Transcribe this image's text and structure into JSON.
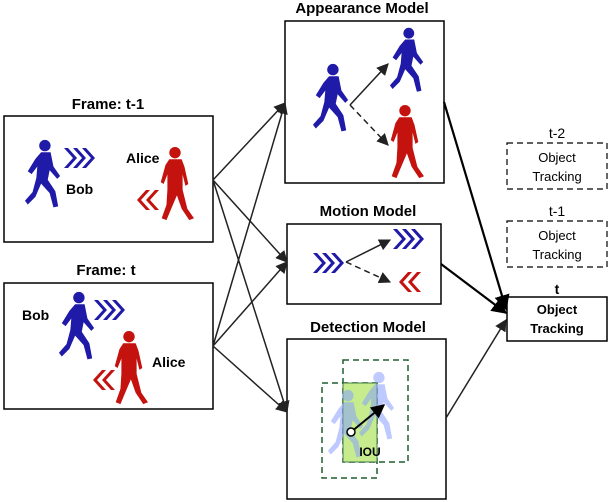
{
  "frames": {
    "prev": {
      "title": "Frame: t-1",
      "person_a": "Bob",
      "person_b": "Alice"
    },
    "curr": {
      "title": "Frame: t",
      "person_a": "Bob",
      "person_b": "Alice"
    }
  },
  "models": {
    "appearance": "Appearance Model",
    "motion": "Motion Model",
    "detection": "Detection Model",
    "iou": "IOU"
  },
  "history": [
    {
      "time": "t-2",
      "line1": "Object",
      "line2": "Tracking"
    },
    {
      "time": "t-1",
      "line1": "Object",
      "line2": "Tracking"
    }
  ],
  "output": {
    "time": "t",
    "line1": "Object",
    "line2": "Tracking"
  },
  "colors": {
    "blue": "#1f1aa8",
    "red": "#c4120f",
    "green_fill": "#c6ec8e",
    "green_dash": "#1f5f2f"
  }
}
